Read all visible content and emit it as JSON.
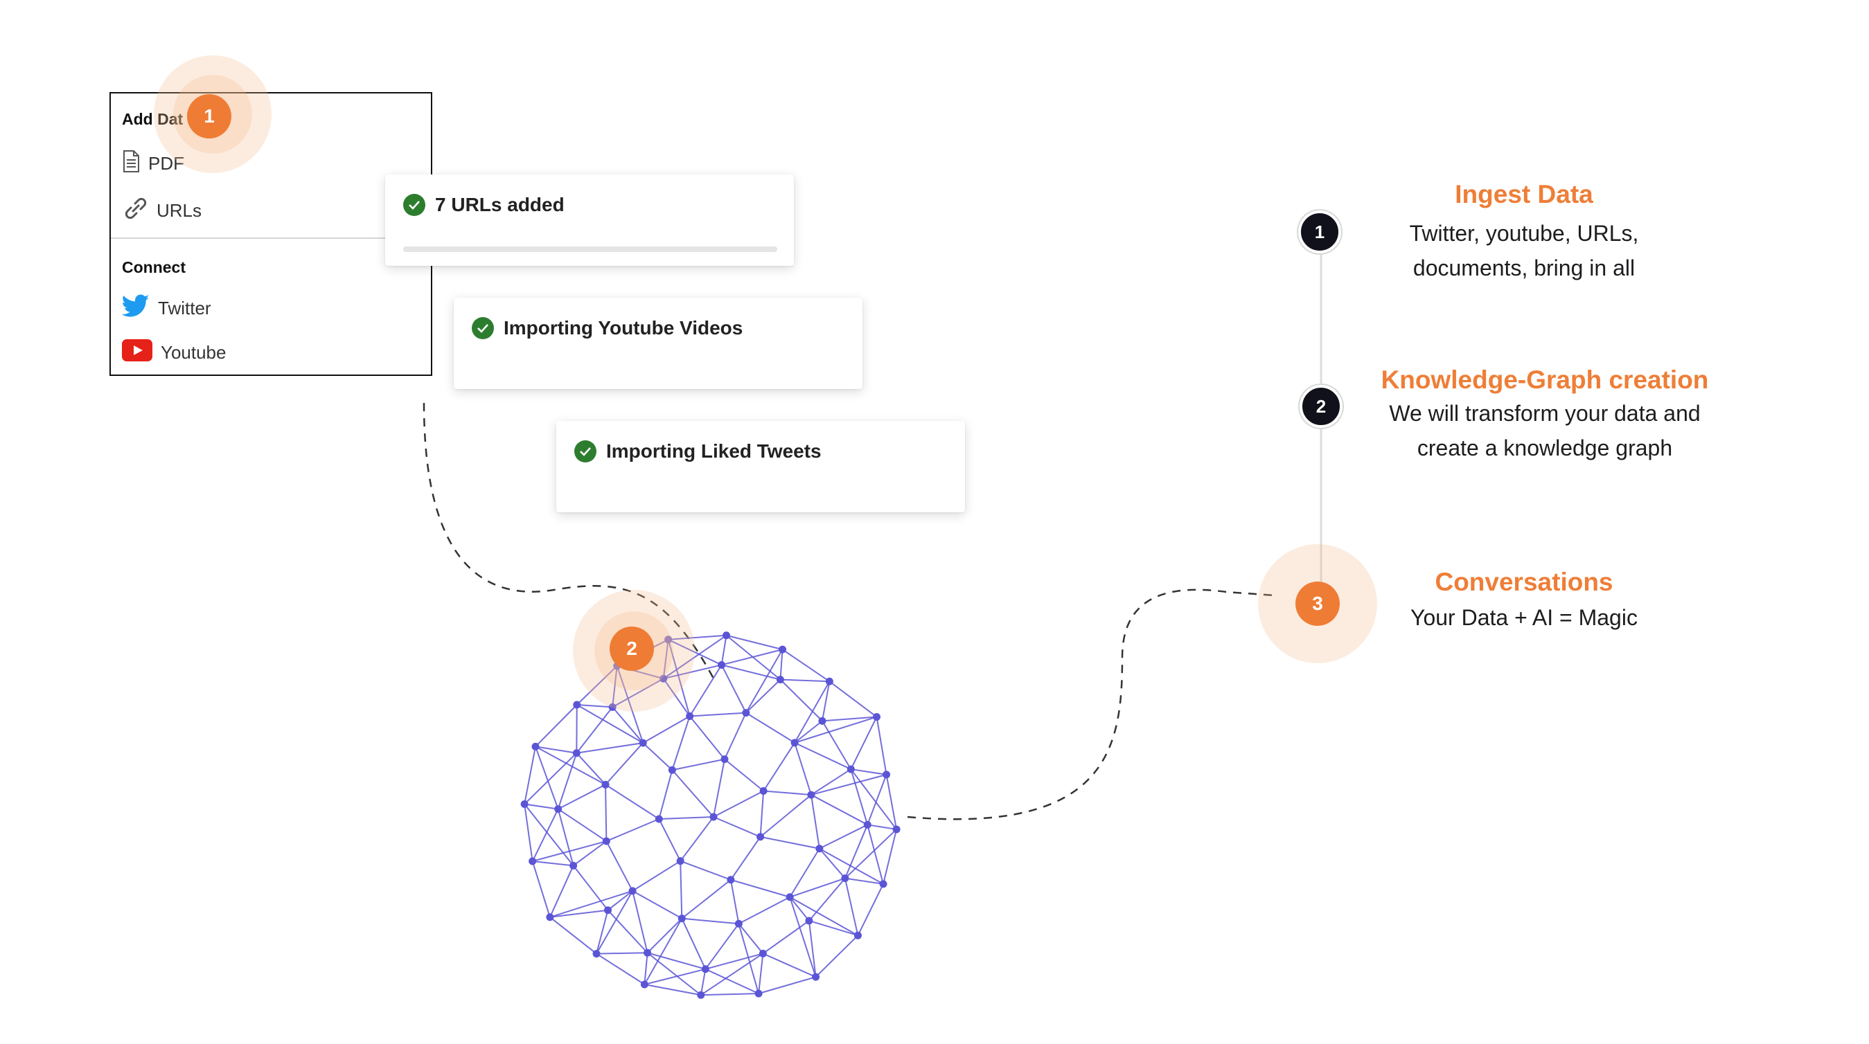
{
  "panel": {
    "heading_add": "Add Dat",
    "items_add": [
      {
        "label": "PDF",
        "icon": "document-icon"
      },
      {
        "label": "URLs",
        "icon": "link-icon"
      }
    ],
    "heading_connect": "Connect",
    "items_connect": [
      {
        "label": "Twitter",
        "icon": "twitter-icon"
      },
      {
        "label": "Youtube",
        "icon": "youtube-icon"
      }
    ]
  },
  "cards": [
    {
      "label": "7 URLs added"
    },
    {
      "label": "Importing Youtube Videos"
    },
    {
      "label": "Importing Liked Tweets"
    }
  ],
  "badges": [
    "1",
    "2",
    "3"
  ],
  "steps": [
    {
      "number": "1",
      "title": "Ingest Data",
      "line1": "Twitter, youtube, URLs,",
      "line2": "documents, bring in all"
    },
    {
      "number": "2",
      "title": "Knowledge-Graph creation",
      "line1": "We will transform your data and",
      "line2": "create a knowledge graph"
    },
    {
      "number": "3",
      "title": "Conversations",
      "line1": "Your Data + AI = Magic"
    }
  ],
  "colors": {
    "accent": "#ef7c34",
    "graph": "#5b55d6",
    "dark": "#11111b",
    "check": "#2d7d2f",
    "twitter": "#1d9bf0",
    "youtube": "#e62117"
  }
}
